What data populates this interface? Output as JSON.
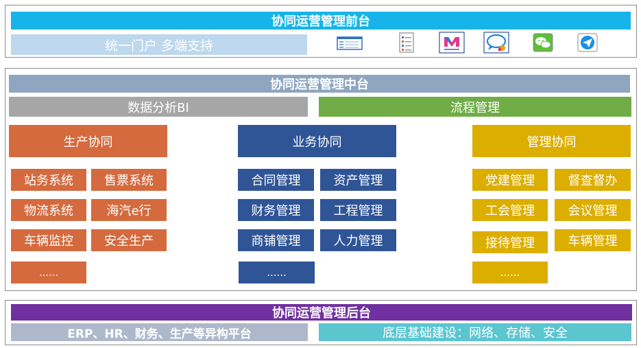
{
  "colors": {
    "frontend_header": "#16b4e8",
    "portal_bar": "#bdd7ee",
    "middle_header": "#8ea6c0",
    "bi_bar": "#a6a6a6",
    "process_bar": "#70ad47",
    "production": "#d46a3e",
    "business": "#2f5597",
    "management": "#dcae00",
    "backend_header": "#7030a0",
    "erp_bar": "#adb9ca",
    "infra_bar": "#5bc5d0"
  },
  "frontend": {
    "title": "协同运营管理前台",
    "portal": "统一门户 多端支持",
    "icons": [
      "web-list-icon",
      "document-icon",
      "m-logo-icon",
      "chat-bubble-icon",
      "wechat-icon",
      "mail-app-icon"
    ]
  },
  "middle": {
    "title": "协同运营管理中台",
    "bi": "数据分析BI",
    "process": "流程管理",
    "production": {
      "title": "生产协同",
      "items": [
        "站务系统",
        "售票系统",
        "物流系统",
        "海汽e行",
        "车辆监控",
        "安全生产"
      ],
      "more": "......"
    },
    "business": {
      "title": "业务协同",
      "items": [
        "合同管理",
        "资产管理",
        "财务管理",
        "工程管理",
        "商铺管理",
        "人力管理"
      ],
      "more": "......"
    },
    "management": {
      "title": "管理协同",
      "items": [
        "党建管理",
        "督查督办",
        "工会管理",
        "会议管理",
        "接待管理",
        "车辆管理"
      ],
      "more": "......"
    }
  },
  "backend": {
    "title": "协同运营管理后台",
    "erp": "ERP、HR、财务、生产等异构平台",
    "infra": "底层基础建设：网络、存储、安全"
  }
}
